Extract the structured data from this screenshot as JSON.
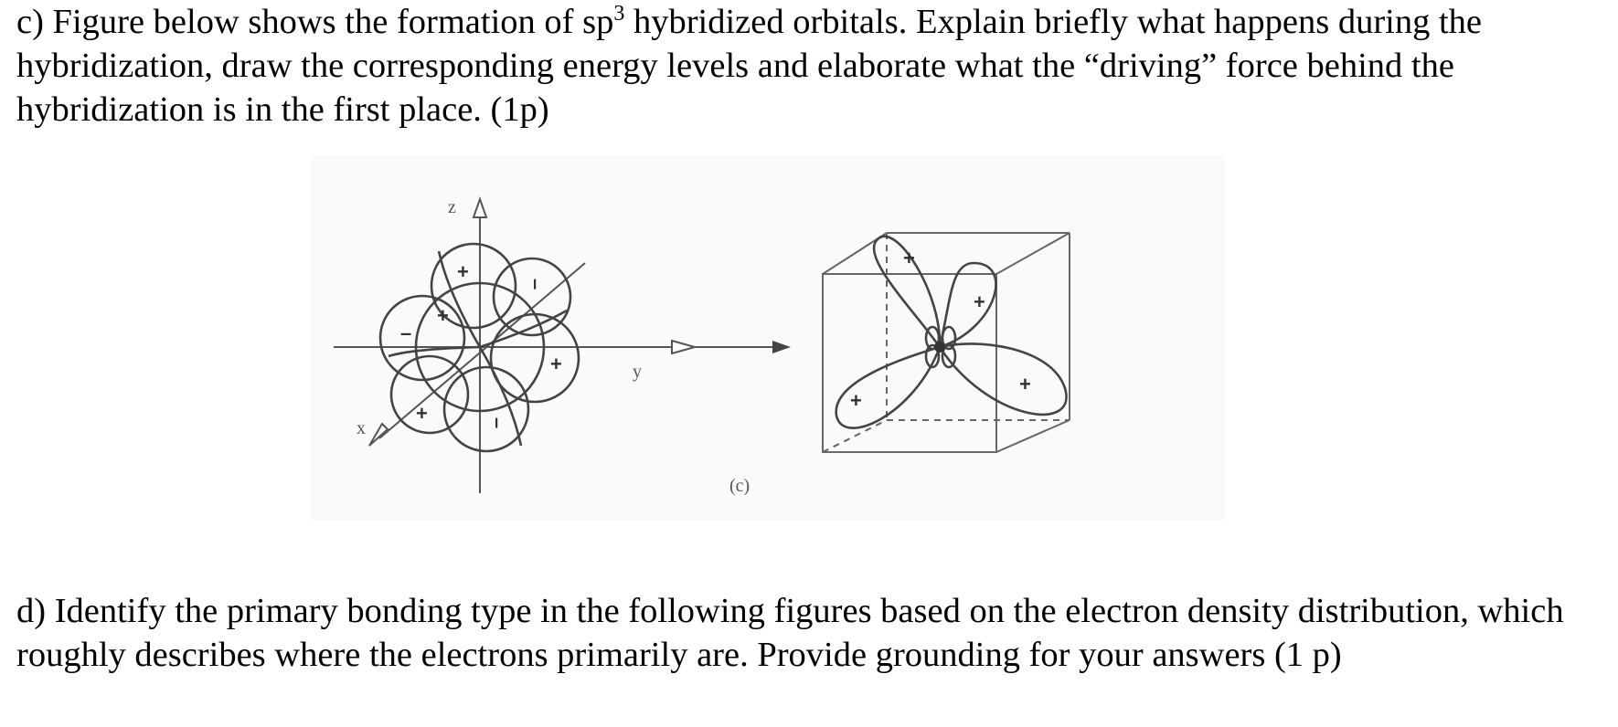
{
  "question_c": {
    "lead": "c) Figure below shows the formation of sp",
    "superscript": "3",
    "rest": " hybridized orbitals. Explain briefly what happens during the hybridization, draw the corresponding energy levels and elaborate what the “driving” force behind the hybridization is in the first place.  (1p)"
  },
  "figure": {
    "axis_labels": {
      "z": "z",
      "y": "y",
      "x": "x"
    },
    "signs": {
      "plus": "+",
      "minus": "–"
    },
    "caption": "(c)"
  },
  "question_d": {
    "text": "d) Identify the primary bonding type in the following figures based on the electron density distribution, which roughly describes where the electrons primarily are. Provide grounding for your answers (1 p)"
  }
}
